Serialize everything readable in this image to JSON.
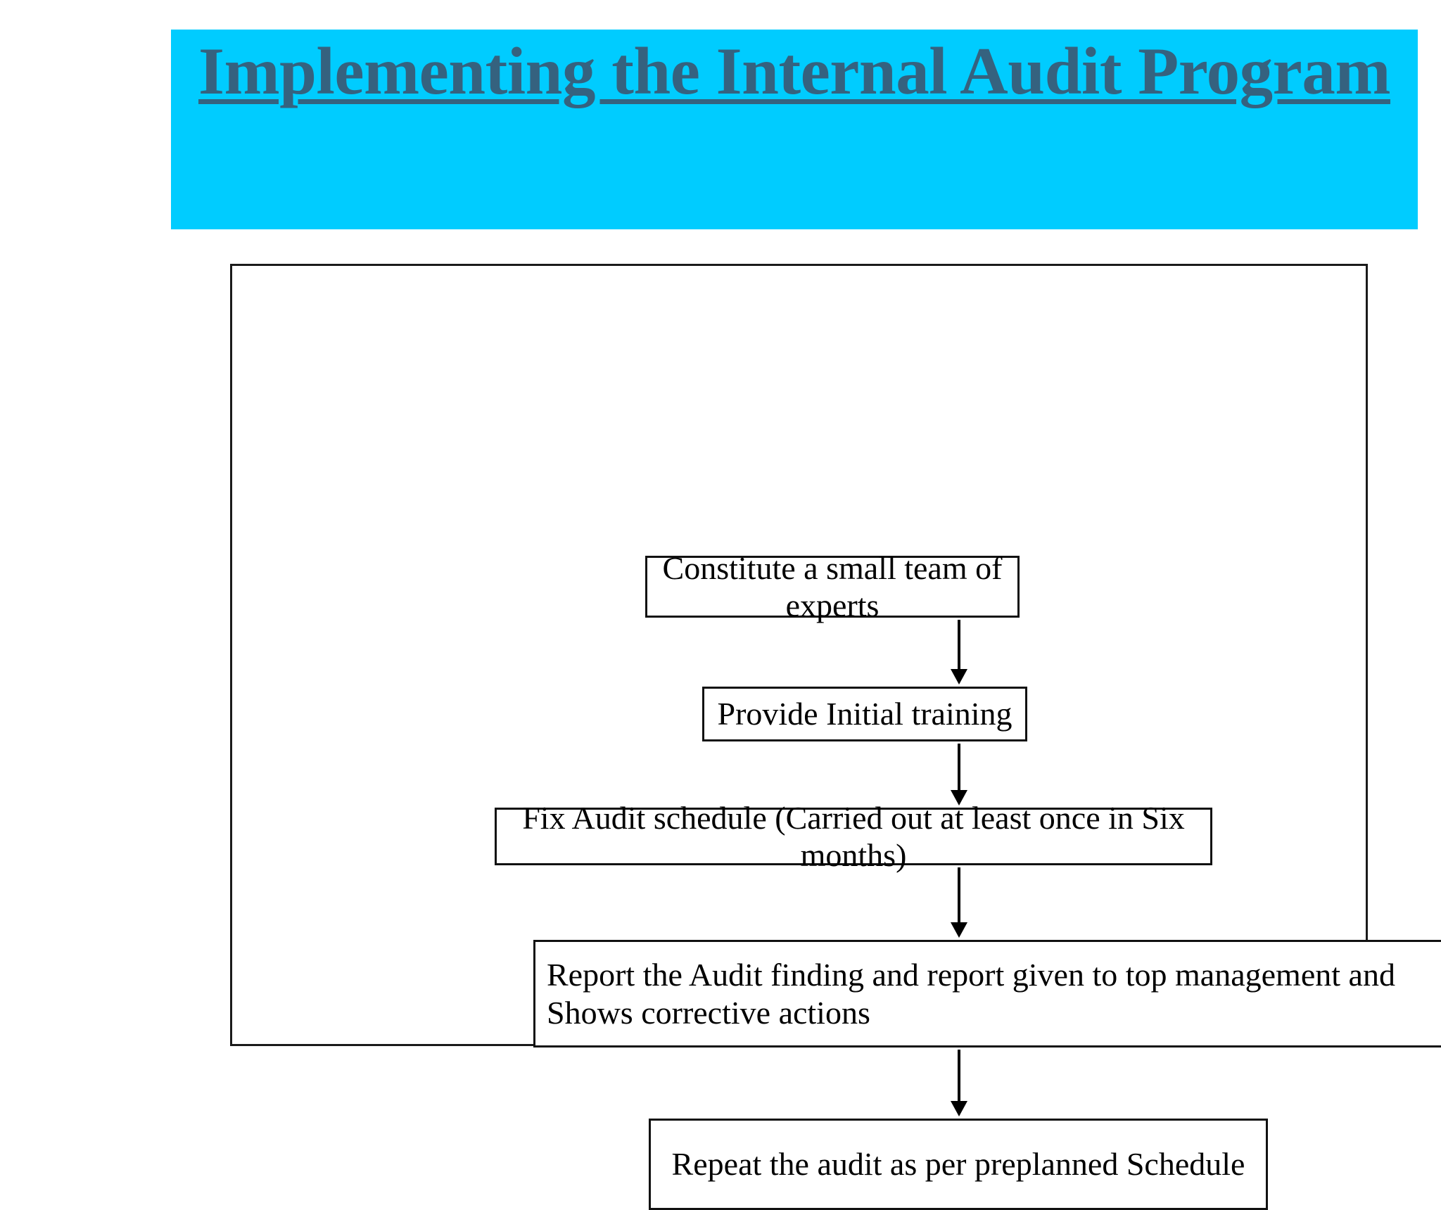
{
  "slide": {
    "title": "Implementing the Internal Audit Program",
    "title_background_color": "#00CCFF",
    "title_text_color": "#35627F"
  },
  "flowchart": {
    "border_color": "#111111",
    "arrow_color": "#000000",
    "steps": [
      {
        "id": "step-1",
        "label": "Constitute a small team of experts"
      },
      {
        "id": "step-2",
        "label": "Provide Initial training"
      },
      {
        "id": "step-3",
        "label": "Fix Audit schedule (Carried out at least once in Six months)"
      },
      {
        "id": "step-4",
        "label": "Report the Audit finding and report given to top management and Shows corrective actions"
      },
      {
        "id": "step-5",
        "label": "Repeat the audit as per preplanned Schedule"
      }
    ],
    "connectors": [
      {
        "id": "connector-1",
        "icon": "arrow-down-icon"
      },
      {
        "id": "connector-2",
        "icon": "arrow-down-icon"
      },
      {
        "id": "connector-3",
        "icon": "arrow-down-icon"
      },
      {
        "id": "connector-4",
        "icon": "arrow-down-icon"
      }
    ]
  }
}
